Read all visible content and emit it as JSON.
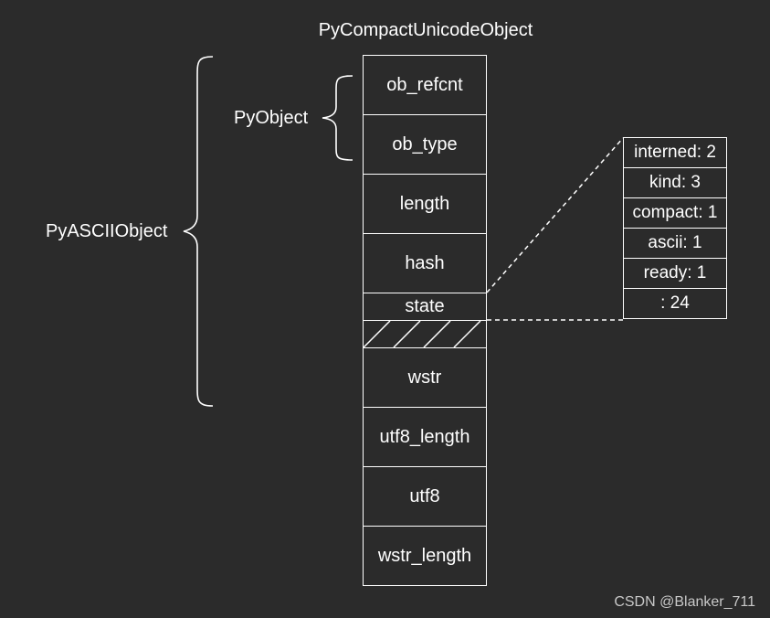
{
  "title": "PyCompactUnicodeObject",
  "group_labels": {
    "pyobject": "PyObject",
    "pyasciiobject": "PyASCIIObject"
  },
  "fields": [
    {
      "label": "ob_refcnt"
    },
    {
      "label": "ob_type"
    },
    {
      "label": "length"
    },
    {
      "label": "hash"
    },
    {
      "label": "state"
    },
    {
      "label": ""
    },
    {
      "label": "wstr"
    },
    {
      "label": "utf8_length"
    },
    {
      "label": "utf8"
    },
    {
      "label": "wstr_length"
    }
  ],
  "state_bits": [
    {
      "label": "interned: 2"
    },
    {
      "label": "kind: 3"
    },
    {
      "label": "compact: 1"
    },
    {
      "label": "ascii: 1"
    },
    {
      "label": "ready: 1"
    },
    {
      "label": ": 24"
    }
  ],
  "watermark": "CSDN @Blanker_711",
  "colors": {
    "background": "#2b2b2b",
    "stroke": "#ffffff"
  }
}
